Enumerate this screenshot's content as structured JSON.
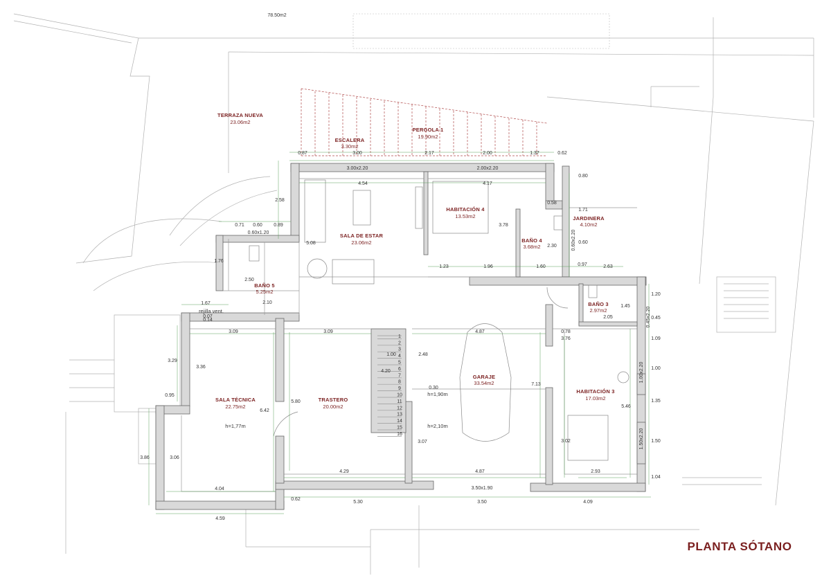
{
  "title": "PLANTA SÓTANO",
  "top_area": "78.50m2",
  "rooms": {
    "terraza": {
      "name": "TERRAZA NUEVA",
      "area": "23.06m2"
    },
    "escalera": {
      "name": "ESCALERA",
      "area": "3.30m2"
    },
    "pergola": {
      "name": "PERGOLA 1",
      "area": "19.90m2"
    },
    "sala_estar": {
      "name": "SALA DE ESTAR",
      "area": "23.06m2"
    },
    "habitacion4": {
      "name": "HABITACIÓN 4",
      "area": "13.53m2"
    },
    "bano4": {
      "name": "BAÑO 4",
      "area": "3.68m2"
    },
    "jardinera": {
      "name": "JARDINERA",
      "area": "4.10m2"
    },
    "bano5": {
      "name": "BAÑO 5",
      "area": "5.25m2"
    },
    "bano3": {
      "name": "BAÑO 3",
      "area": "2.97m2"
    },
    "sala_tecnica": {
      "name": "SALA TÉCNICA",
      "area": "22.75m2"
    },
    "trastero": {
      "name": "TRASTERO",
      "area": "20.00m2"
    },
    "garaje": {
      "name": "GARAJE",
      "area": "33.54m2"
    },
    "habitacion3": {
      "name": "HABITACIÓN 3",
      "area": "17.03m2"
    }
  },
  "notes": {
    "h_sala_tecnica": "h=1,77m",
    "h_garaje_1": "h=1,90m",
    "h_garaje_2": "h=2,10m",
    "rejilla": "rejilla vent."
  },
  "dims": {
    "d_087": "0.87",
    "d_300": "3.00",
    "d_217": "2.17",
    "d_200": "2.00",
    "d_137": "1.37",
    "d_062a": "0.62",
    "d_300x220": "3.00x2.20",
    "d_200x220": "2.00x2.20",
    "d_080": "0.80",
    "d_454": "4.54",
    "d_417": "4.17",
    "d_258": "2.58",
    "d_071": "0.71",
    "d_060": "0.60",
    "d_089": "0.89",
    "d_060x120": "0.60x1.20",
    "d_058": "0.58",
    "d_171": "1.71",
    "d_378": "3.78",
    "d_508": "5.08",
    "d_230": "2.30",
    "d_060b": "0.60",
    "d_060x220": "0.60x2.20",
    "d_176": "1.76",
    "d_123": "1.23",
    "d_196": "1.96",
    "d_160": "1.60",
    "d_097": "0.97",
    "d_263": "2.63",
    "d_250": "2.50",
    "d_167": "1.67",
    "d_007": "0.07",
    "d_014": "0.14",
    "d_210": "2.10",
    "d_120": "1.20",
    "d_145": "1.45",
    "d_205": "2.05",
    "d_045x220": "0.45x2.20",
    "d_045": "0.45",
    "d_309a": "3.09",
    "d_309b": "3.09",
    "d_487a": "4.87",
    "d_078": "0.78",
    "d_376": "3.76",
    "d_109": "1.09",
    "d_329": "3.29",
    "d_336": "3.36",
    "d_100a": "1.00",
    "d_248": "2.48",
    "d_100b": "1.00",
    "d_100x220": "1.00x2.20",
    "d_420": "4.20",
    "d_030": "0.30",
    "d_713": "7.13",
    "d_095": "0.95",
    "d_580": "5.80",
    "d_642": "6.42",
    "d_135": "1.35",
    "d_546": "5.46",
    "d_307": "3.07",
    "d_302": "3.02",
    "d_150": "1.50",
    "d_150x220": "1.50x2.20",
    "d_386": "3.86",
    "d_306": "3.06",
    "d_429": "4.29",
    "d_487b": "4.87",
    "d_293": "2.93",
    "d_104": "1.04",
    "d_404": "4.04",
    "d_350x190": "3.50x1.90",
    "d_062b": "0.62",
    "d_530": "5.30",
    "d_350": "3.50",
    "d_409": "4.09",
    "d_459": "4.59"
  },
  "stairs": [
    "1",
    "2",
    "3",
    "4",
    "5",
    "6",
    "7",
    "8",
    "9",
    "10",
    "11",
    "12",
    "13",
    "14",
    "15",
    "16"
  ],
  "colors": {
    "accent": "#7a1f1f",
    "wall": "#d9d9d9",
    "dim": "#5aa05a"
  }
}
